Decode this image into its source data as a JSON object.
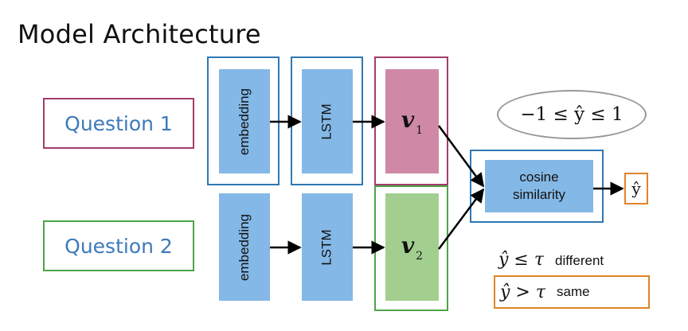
{
  "title": "Model Architecture",
  "inputs": {
    "q1": "Question 1",
    "q2": "Question 2"
  },
  "branch": {
    "embedding": "embedding",
    "lstm": "LSTM",
    "v1": "v",
    "v1_sub": "1",
    "v2": "v",
    "v2_sub": "2"
  },
  "cosine": {
    "line1": "cosine",
    "line2": "similarity"
  },
  "output": "ŷ",
  "range": "−1 ≤ ŷ ≤ 1",
  "rules": {
    "different_expr": "ŷ ≤ τ",
    "different_label": "different",
    "same_expr": "ŷ > τ",
    "same_label": "same"
  },
  "colors": {
    "q1_border": "#a33d6c",
    "q2_border": "#4da447",
    "frame_border": "#2f78b4",
    "block_fill": "#84b8e6",
    "v1_fill": "#cf88a6",
    "v2_fill": "#a2cf90",
    "output_border": "#e0852a",
    "question_text": "#3d7ab9"
  }
}
